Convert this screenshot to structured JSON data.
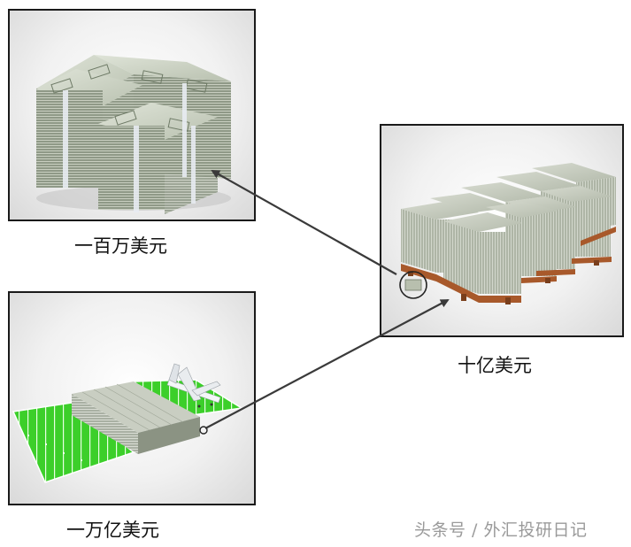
{
  "panels": {
    "million": {
      "caption": "一百万美元"
    },
    "billion": {
      "caption": "十亿美元"
    },
    "trillion": {
      "caption": "一万亿美元"
    }
  },
  "watermark": "头条号 / 外汇投研日记",
  "colors": {
    "border": "#1a1a1a",
    "arrow": "#3a3a3a",
    "money_green": "#8a9582",
    "field_green": "#33cc22",
    "pallet_brown": "#a0522d"
  }
}
